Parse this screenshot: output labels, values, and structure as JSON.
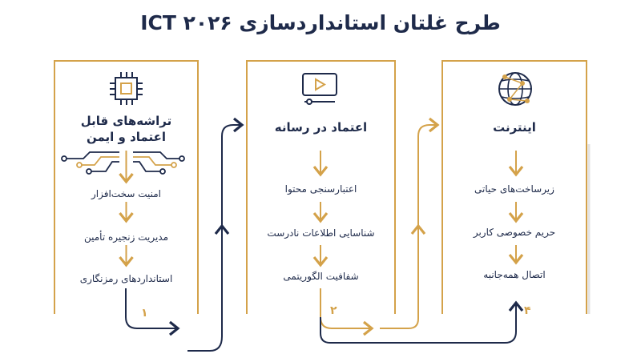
{
  "title": "طرح غلتان استانداردسازی ICT ۲۰۲۶",
  "colors": {
    "gold": "#d4a24a",
    "navy": "#1e2a4a"
  },
  "columns": [
    {
      "icon": "chip-icon",
      "heading_line1": "تراشه‌های قابل",
      "heading_line2": "اعتماد و ایمن",
      "items": [
        "امنیت سخت‌افزار",
        "مدیریت زنجیره تأمین",
        "استانداردهای رمزنگاری"
      ],
      "number": "۱"
    },
    {
      "icon": "video-play-icon",
      "heading_line1": "اعتماد در رسانه",
      "items": [
        "اعتبارسنجی محتوا",
        "شناسایی اطلاعات نادرست",
        "شفافیت الگوریتمی"
      ],
      "number": "۲"
    },
    {
      "icon": "globe-network-icon",
      "heading_line1": "اینترنت",
      "items": [
        "زیرساخت‌های حیاتی",
        "حریم خصوصی کاربر",
        "اتصال همه‌جانبه"
      ],
      "number": "۴"
    }
  ]
}
